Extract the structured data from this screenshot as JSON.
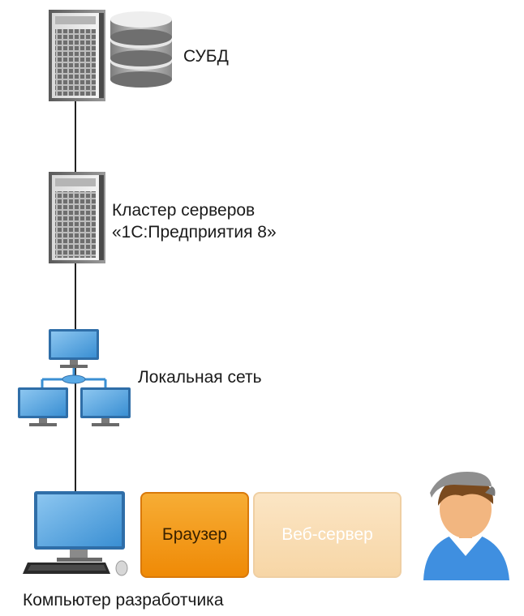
{
  "nodes": {
    "dbms": {
      "label": "СУБД"
    },
    "cluster": {
      "line1": "Кластер серверов",
      "line2": "«1С:Предприятия 8»"
    },
    "network": {
      "label": "Локальная сеть"
    },
    "developer_pc": {
      "label": "Компьютер разработчика"
    }
  },
  "badges": {
    "browser": "Браузер",
    "web_server": "Веб-сервер"
  },
  "colors": {
    "browser": "#f29a1a",
    "web_server": "#f8dcb2",
    "monitor": "#3f95d6",
    "server": "#8a8a8a",
    "user_shirt": "#3f8fe0"
  }
}
